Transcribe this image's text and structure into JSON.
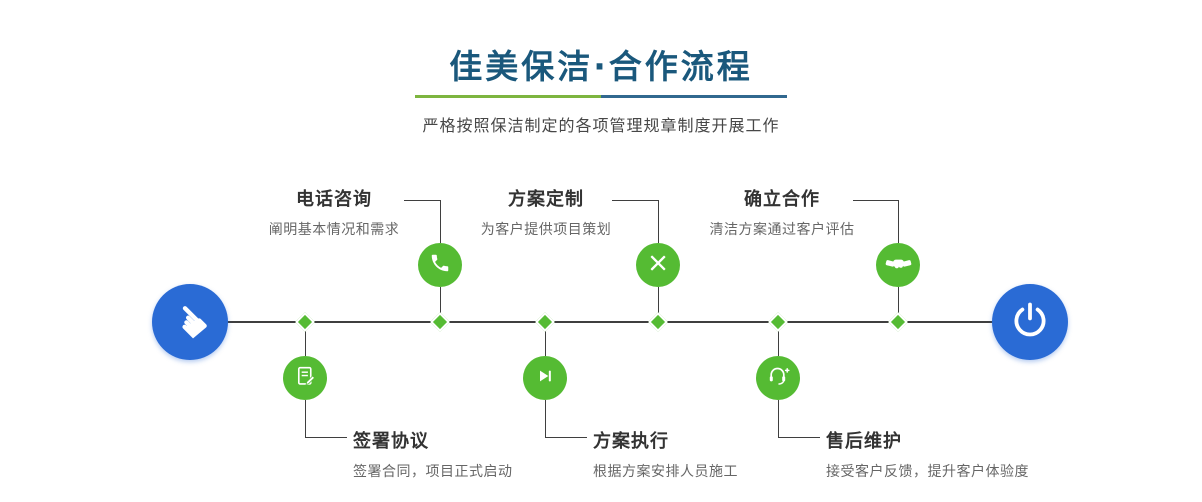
{
  "header": {
    "title": "佳美保洁·合作流程",
    "subtitle": "严格按照保洁制定的各项管理规章制度开展工作"
  },
  "timeline": {
    "start": {
      "icon": "hand-pointer-icon",
      "glyph": "☚"
    },
    "end": {
      "icon": "power-icon"
    },
    "steps_top": [
      {
        "title": "电话咨询",
        "desc": "阐明基本情况和需求",
        "icon": "phone-icon"
      },
      {
        "title": "方案定制",
        "desc": "为客户提供项目策划",
        "icon": "design-tools-icon"
      },
      {
        "title": "确立合作",
        "desc": "清洁方案通过客户评估",
        "icon": "handshake-icon"
      }
    ],
    "steps_bottom": [
      {
        "title": "签署协议",
        "desc": "签署合同，项目正式启动",
        "icon": "contract-icon"
      },
      {
        "title": "方案执行",
        "desc": "根据方案安排人员施工",
        "icon": "play-icon"
      },
      {
        "title": "售后维护",
        "desc": "接受客户反馈，提升客户体验度",
        "icon": "customer-service-icon"
      }
    ]
  },
  "colors": {
    "title_blue": "#1a587c",
    "divider_green": "#7db53f",
    "divider_blue": "#31688f",
    "endpoint_blue": "#2a6bd5",
    "node_green": "#55bb33",
    "line_dark": "#3f3f3f",
    "step_title_text": "#333333",
    "step_desc_text": "#666666"
  }
}
